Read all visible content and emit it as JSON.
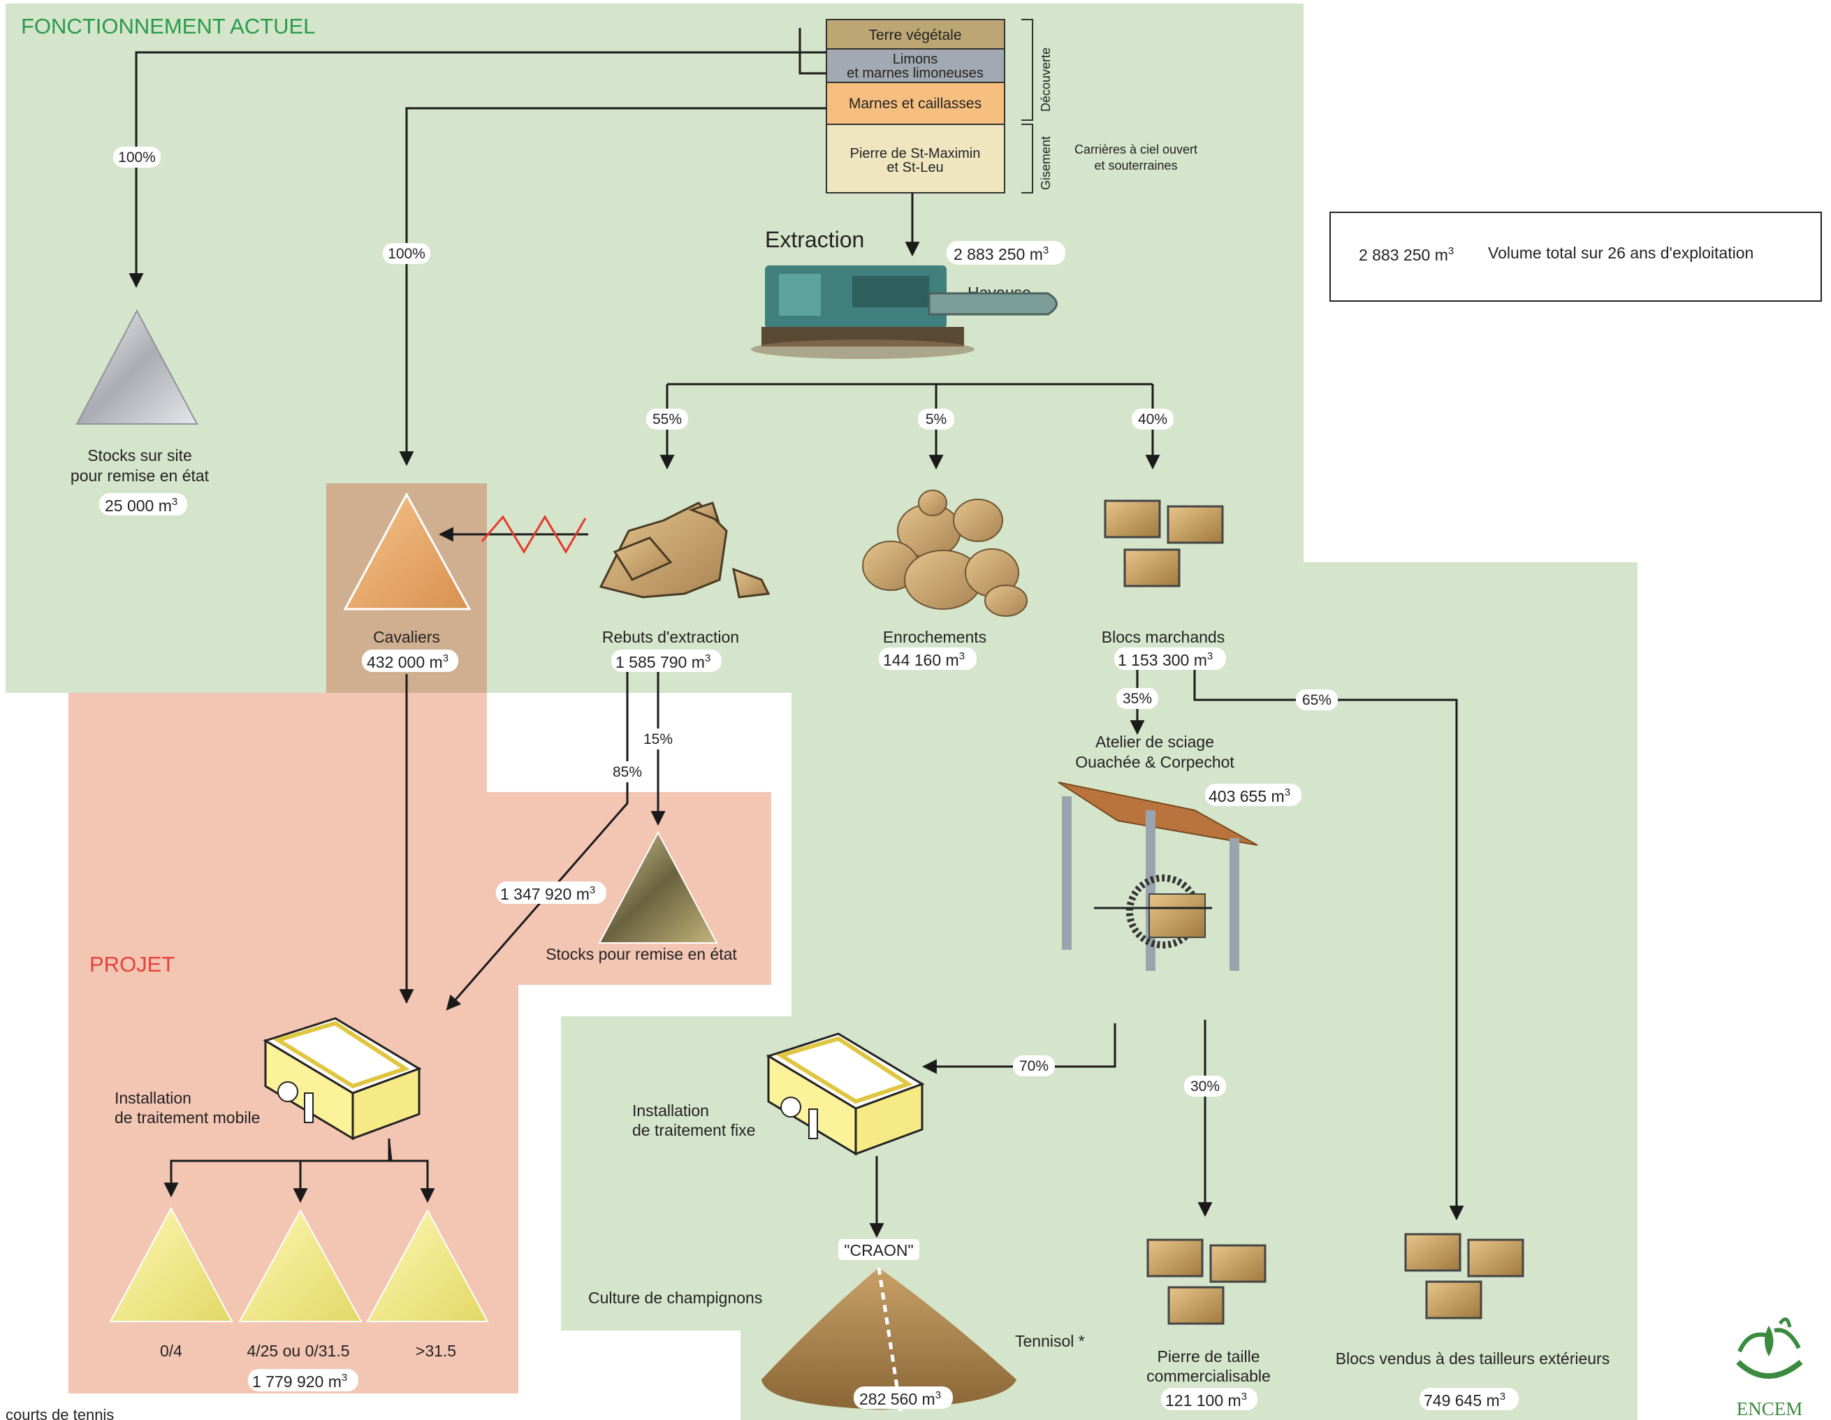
{
  "sections": {
    "current_title": "FONCTIONNEMENT ACTUEL",
    "project_title": "PROJET"
  },
  "colors": {
    "green_zone": "#d4e5cc",
    "pink_zone": "#f3c5b3",
    "current_title": "#2a9a4a",
    "project_title": "#e8403a",
    "line": "#1a1a1a"
  },
  "strata": {
    "layers": [
      "Terre végétale",
      "Limons",
      "et marnes limoneuses",
      "Marnes et caillasses",
      "Pierre de St-Maximin",
      "et St-Leu"
    ],
    "bracket_decouverte": "Découverte",
    "bracket_gisement": "Gisement",
    "quarry_note": [
      "Carrières à ciel ouvert",
      "et souterraines"
    ]
  },
  "legend": {
    "volume": "2 883 250 m",
    "exp": "3",
    "text": "Volume total sur 26 ans d'exploitation"
  },
  "extraction": {
    "title": "Extraction",
    "volume": "2 883 250 m",
    "exp": "3",
    "machine": "Haveuse"
  },
  "percents": {
    "p100_left": "100%",
    "p100_mid": "100%",
    "p55": "55%",
    "p5": "5%",
    "p40": "40%",
    "p15": "15%",
    "p85": "85%",
    "p35": "35%",
    "p65": "65%",
    "p70": "70%",
    "p30": "30%"
  },
  "nodes": {
    "stocks_site": {
      "label1": "Stocks sur site",
      "label2": "pour remise en état",
      "volume": "25 000 m",
      "exp": "3"
    },
    "cavaliers": {
      "label": "Cavaliers",
      "volume": "432 000 m",
      "exp": "3"
    },
    "rebuts": {
      "label": "Rebuts d'extraction",
      "volume": "1 585 790 m",
      "exp": "3"
    },
    "enrochements": {
      "label": "Enrochements",
      "volume": "144 160 m",
      "exp": "3"
    },
    "blocs": {
      "label": "Blocs marchands",
      "volume": "1 153 300 m",
      "exp": "3"
    },
    "atelier": {
      "label1": "Atelier de sciage",
      "label2": "Ouachée & Corpechot",
      "volume": "403 655 m",
      "exp": "3"
    },
    "stocks_remise": {
      "label": "Stocks pour remise en état",
      "volume": "1 347 920 m",
      "exp": "3"
    },
    "mobile": {
      "label1": "Installation",
      "label2": "de traitement mobile"
    },
    "fixe": {
      "label1": "Installation",
      "label2": "de traitement fixe"
    },
    "products": [
      "0/4",
      "4/25 ou 0/31.5",
      ">31.5"
    ],
    "products_volume": "1 779 920 m",
    "products_exp": "3",
    "craon": "\"CRAON\"",
    "champignons": "Culture de champignons",
    "tennisol": "Tennisol *",
    "craon_volume": "282 560 m",
    "craon_exp": "3",
    "pierre": {
      "label1": "Pierre de taille",
      "label2": "commercialisable",
      "volume": "121 100 m",
      "exp": "3"
    },
    "vendus": {
      "label": "Blocs vendus à des tailleurs extérieurs",
      "volume": "749 645 m",
      "exp": "3"
    }
  },
  "footnote": "courts de tennis",
  "logo": "ENCEM"
}
